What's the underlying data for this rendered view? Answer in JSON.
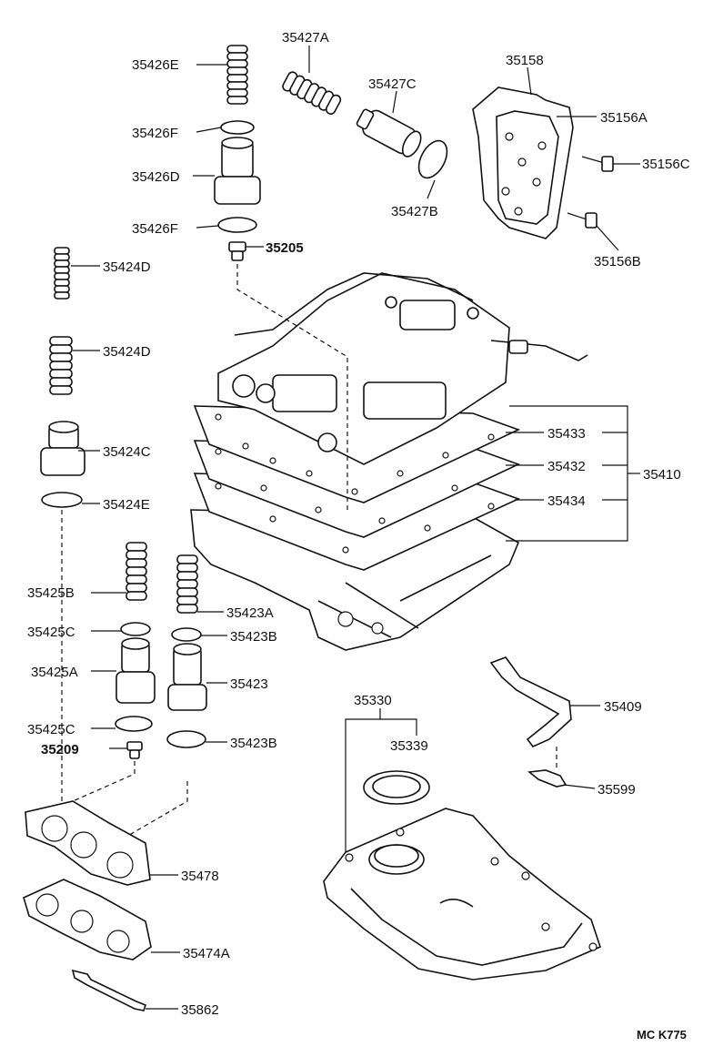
{
  "labels": {
    "p35426E": "35426E",
    "p35426F_top": "35426F",
    "p35426D": "35426D",
    "p35426F_bottom": "35426F",
    "p35205": "35205",
    "p35427A": "35427A",
    "p35427C": "35427C",
    "p35427B": "35427B",
    "p35158": "35158",
    "p35156A": "35156A",
    "p35156C": "35156C",
    "p35156B": "35156B",
    "p35424D_top": "35424D",
    "p35424D_bottom": "35424D",
    "p35424C": "35424C",
    "p35424E": "35424E",
    "p35433": "35433",
    "p35432": "35432",
    "p35434": "35434",
    "p35410": "35410",
    "p35425B": "35425B",
    "p35423A": "35423A",
    "p35425C_top": "35425C",
    "p35423B_top": "35423B",
    "p35425A": "35425A",
    "p35423": "35423",
    "p35425C_bottom": "35425C",
    "p35423B_bottom": "35423B",
    "p35209": "35209",
    "p35330": "35330",
    "p35339": "35339",
    "p35409": "35409",
    "p35599": "35599",
    "p35478": "35478",
    "p35474A": "35474A",
    "p35862": "35862"
  },
  "code": "MC K775"
}
